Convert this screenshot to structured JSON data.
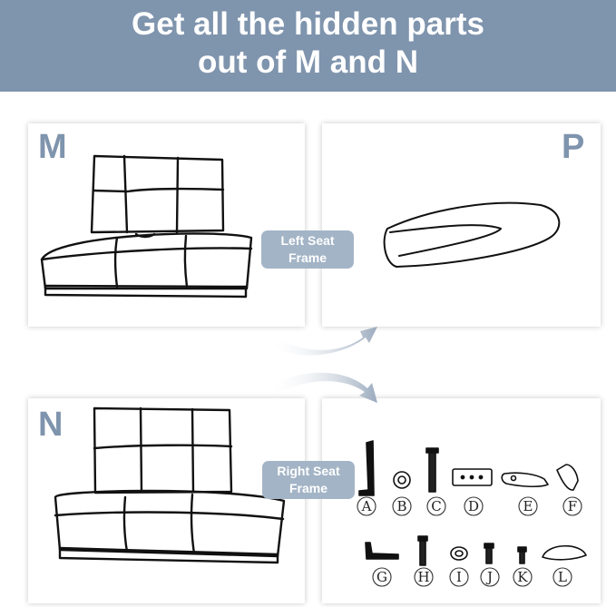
{
  "header": {
    "line1": "Get all the hidden parts",
    "line2": "out of M and N",
    "background": "#7f94ad"
  },
  "panels": {
    "m": {
      "letter": "M"
    },
    "p": {
      "letter": "P"
    },
    "n": {
      "letter": "N"
    }
  },
  "tags": {
    "left": {
      "line1": "Left Seat",
      "line2": "Frame"
    },
    "right": {
      "line1": "Right Seat",
      "line2": "Frame"
    }
  },
  "parts": [
    "A",
    "B",
    "C",
    "D",
    "E",
    "F",
    "G",
    "H",
    "I",
    "J",
    "K",
    "L"
  ],
  "colors": {
    "accent": "#7f94ad",
    "tag": "#a3b4c6",
    "arrow": "#9aaabd"
  }
}
